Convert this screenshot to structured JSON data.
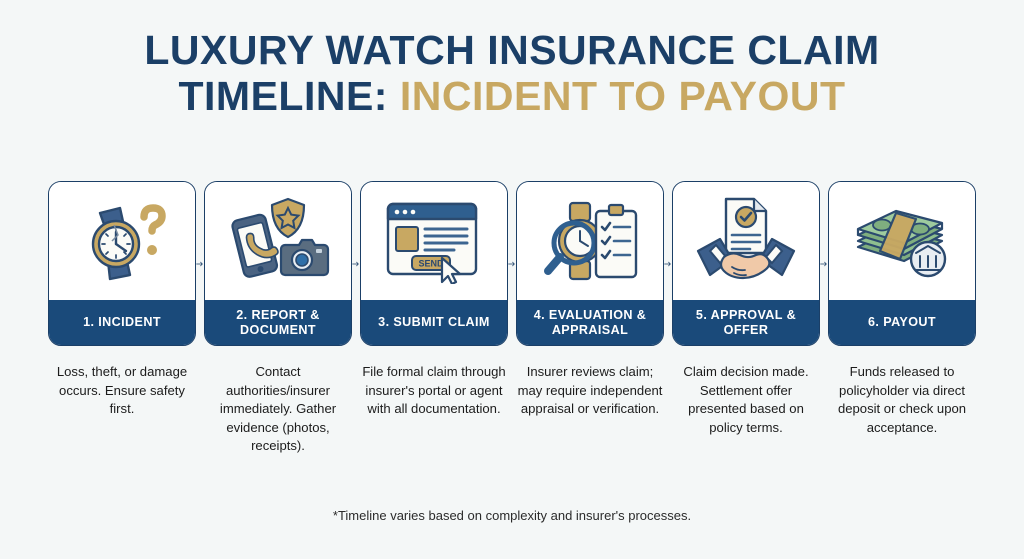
{
  "background_color": "#f4f7f7",
  "colors": {
    "navy": "#1b3f67",
    "navy_band": "#1a4a7a",
    "gold": "#c8a862",
    "money_green": "#8fbf8f",
    "text": "#1c1c1c"
  },
  "title": {
    "line1": "LUXURY WATCH INSURANCE CLAIM",
    "line2_navy": "TIMELINE:",
    "line2_gold": "INCIDENT TO PAYOUT"
  },
  "steps": [
    {
      "label": "1. INCIDENT",
      "description": "Loss, theft, or damage occurs. Ensure safety first.",
      "icon": "broken-watch-question-icon"
    },
    {
      "label": "2. REPORT & DOCUMENT",
      "description": "Contact authorities/insurer immediately. Gather evidence (photos, receipts).",
      "icon": "phone-badge-camera-icon"
    },
    {
      "label": "3. SUBMIT CLAIM",
      "description": "File formal claim through insurer's portal or agent with all documentation.",
      "icon": "online-form-send-icon",
      "send_button_label": "SEND"
    },
    {
      "label": "4. EVALUATION & APPRAISAL",
      "description": "Insurer reviews claim; may require independent appraisal or verification.",
      "icon": "magnifier-watch-checklist-icon"
    },
    {
      "label": "5. APPROVAL & OFFER",
      "description": "Claim decision made. Settlement offer presented based on policy terms.",
      "icon": "handshake-approved-document-icon"
    },
    {
      "label": "6. PAYOUT",
      "description": "Funds released to policyholder via direct deposit or check upon acceptance.",
      "icon": "cash-stack-bank-icon"
    }
  ],
  "arrow_icon": "arrow-right-icon",
  "footnote": "*Timeline varies based on complexity and insurer's processes."
}
